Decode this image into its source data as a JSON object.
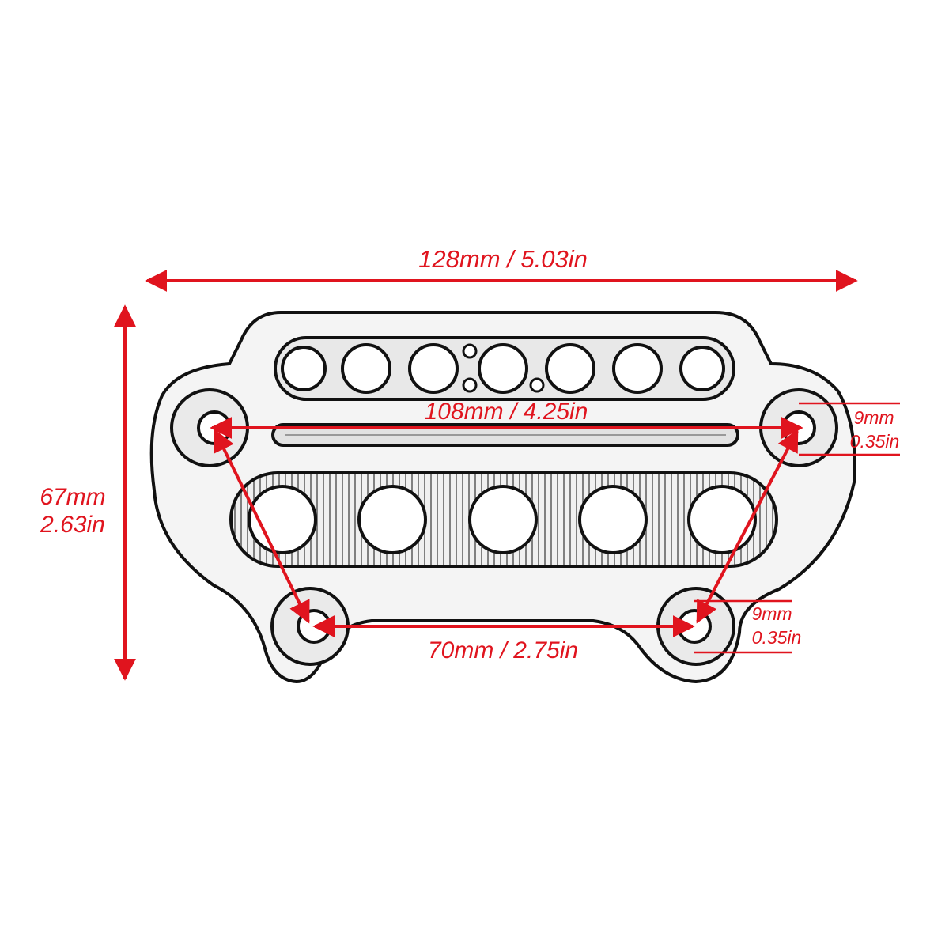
{
  "colors": {
    "dimension": "#e0141e",
    "part_outline": "#111111",
    "part_fill": "#f4f4f4"
  },
  "dimensions": {
    "overall_width": "128mm / 5.03in",
    "overall_height_mm": "67mm",
    "overall_height_in": "2.63in",
    "upper_hole_spacing": "108mm / 4.25in",
    "lower_hole_spacing": "70mm / 2.75in",
    "upper_hole_diameter_mm": "9mm",
    "upper_hole_diameter_in": "0.35in",
    "lower_hole_diameter_mm": "9mm",
    "lower_hole_diameter_in": "0.35in"
  }
}
